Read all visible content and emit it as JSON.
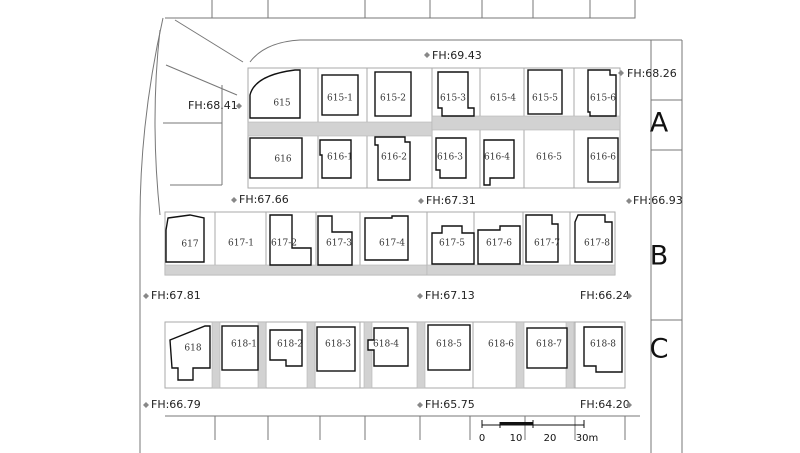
{
  "elevations": {
    "e1": "FH:69.43",
    "e2": "FH:68.26",
    "e3": "FH:68.41",
    "e4": "FH:67.66",
    "e5": "FH:67.31",
    "e6": "FH:66.93",
    "e7": "FH:67.81",
    "e8": "FH:67.13",
    "e9": "FH:66.24",
    "e10": "FH:66.79",
    "e11": "FH:65.75",
    "e12": "FH:64.20"
  },
  "rows": {
    "a": "A",
    "b": "B",
    "c": "C"
  },
  "lots": {
    "l615": "615",
    "l615_1": "615-1",
    "l615_2": "615-2",
    "l615_3": "615-3",
    "l615_4": "615-4",
    "l615_5": "615-5",
    "l615_6": "615-6",
    "l616": "616",
    "l616_1": "616-1",
    "l616_2": "616-2",
    "l616_3": "616-3",
    "l616_4": "616-4",
    "l616_5": "616-5",
    "l616_6": "616-6",
    "l617": "617",
    "l617_1": "617-1",
    "l617_2": "617-2",
    "l617_3": "617-3",
    "l617_4": "617-4",
    "l617_5": "617-5",
    "l617_6": "617-6",
    "l617_7": "617-7",
    "l617_8": "617-8",
    "l618": "618",
    "l618_1": "618-1",
    "l618_2": "618-2",
    "l618_3": "618-3",
    "l618_4": "618-4",
    "l618_5": "618-5",
    "l618_6": "618-6",
    "l618_7": "618-7",
    "l618_8": "618-8"
  },
  "scale": {
    "t0": "0",
    "t10": "10",
    "t20": "20",
    "t30": "30m"
  }
}
